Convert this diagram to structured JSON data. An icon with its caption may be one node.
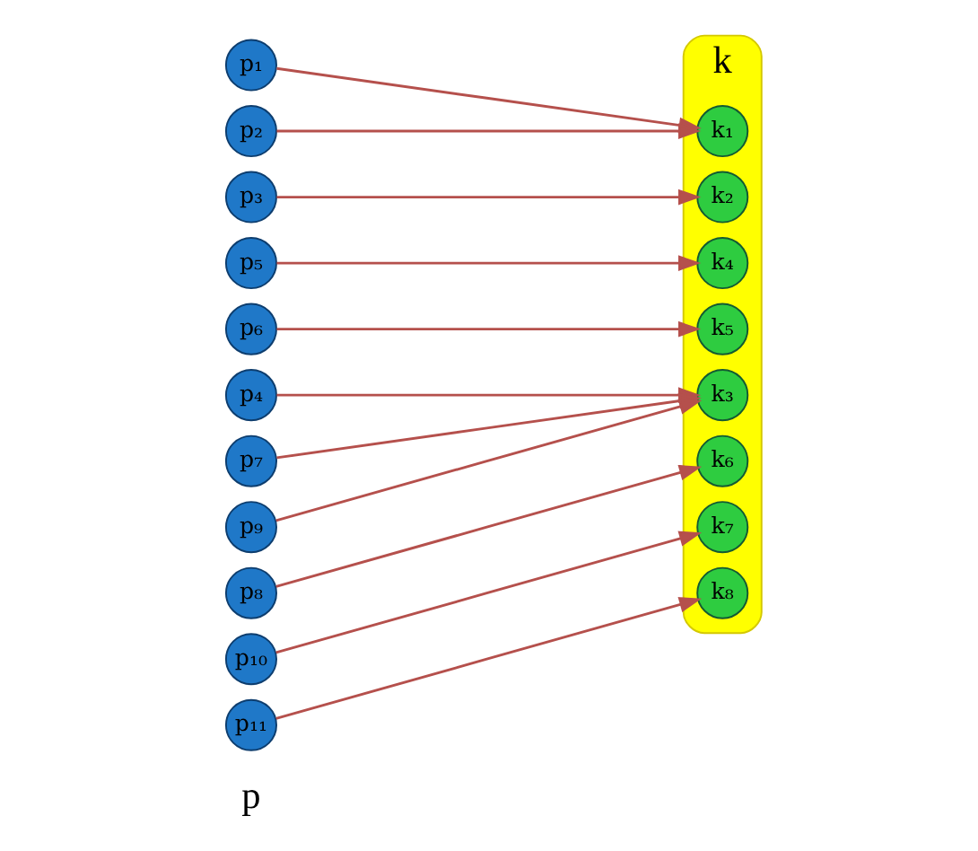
{
  "diagram": {
    "nodes": [
      {
        "text": [
          "p₁"
        ]
      },
      {
        "text": [
          "p₂"
        ]
      },
      {
        "text": [
          "p₃"
        ]
      },
      {
        "text": [
          "p₄"
        ]
      },
      {
        "text": [
          "p₅"
        ]
      },
      {
        "text": [
          "p₆"
        ]
      },
      {
        "text": [
          "p₇"
        ]
      },
      {
        "text": [
          "p₈"
        ]
      },
      {
        "text": [
          "p₉"
        ]
      },
      {
        "text": [
          "p₁₀"
        ]
      },
      {
        "text": [
          "p₁₁"
        ]
      },
      {
        "text": [
          "k"
        ]
      },
      {
        "text": [
          "k₁"
        ],
        "in": 11
      },
      {
        "text": [
          "k₂"
        ],
        "in": 11
      },
      {
        "text": [
          "k₃"
        ],
        "in": 11
      },
      {
        "text": [
          "k₄"
        ],
        "in": 11
      },
      {
        "text": [
          "k₅"
        ],
        "in": 11
      },
      {
        "text": [
          "k₆"
        ],
        "in": 11
      },
      {
        "text": [
          "k₇"
        ],
        "in": 11
      },
      {
        "text": [
          "k₈"
        ],
        "in": 11
      }
    ],
    "edges": [
      {
        "from": 0,
        "to": 12,
        "arrow": "to"
      },
      {
        "from": 1,
        "to": 12,
        "arrow": "to"
      },
      {
        "from": 2,
        "to": 13,
        "arrow": "to"
      },
      {
        "from": 3,
        "to": 14,
        "arrow": "to"
      },
      {
        "from": 4,
        "to": 15,
        "arrow": "to"
      },
      {
        "from": 5,
        "to": 16,
        "arrow": "to"
      },
      {
        "from": 6,
        "to": 14,
        "arrow": "to"
      },
      {
        "from": 7,
        "to": 17,
        "arrow": "to"
      },
      {
        "from": 8,
        "to": 14,
        "arrow": "to"
      },
      {
        "from": 9,
        "to": 18,
        "arrow": "to"
      },
      {
        "from": 10,
        "to": 19,
        "arrow": "to"
      }
    ],
    "labels": [
      "p"
    ]
  }
}
